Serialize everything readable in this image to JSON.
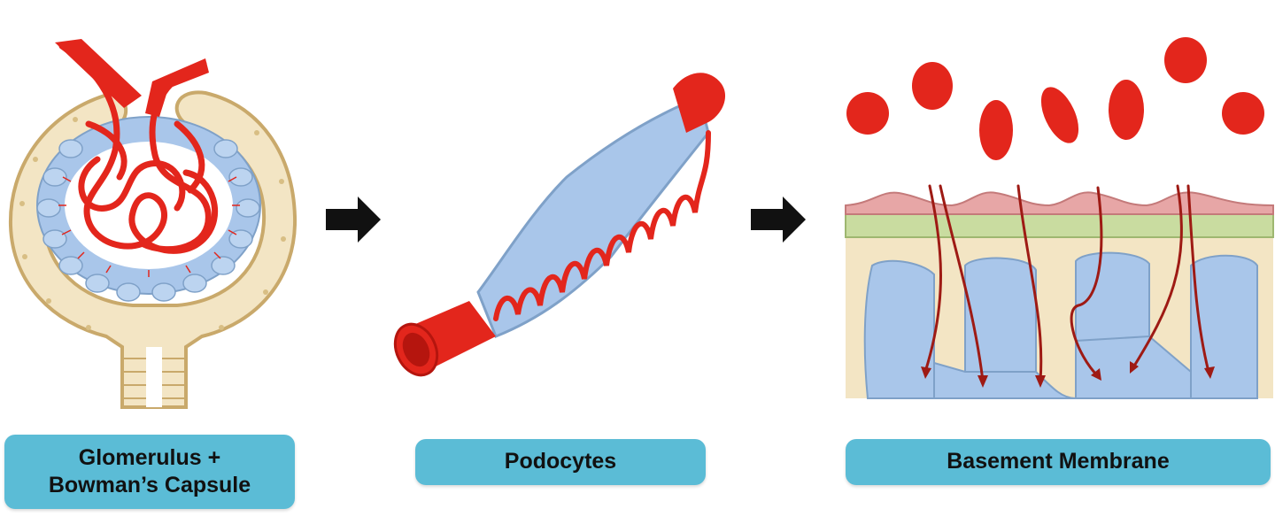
{
  "panels": [
    {
      "id": "glomerulus",
      "label_lines": [
        "Glomerulus +",
        "Bowman’s Capsule"
      ]
    },
    {
      "id": "podocytes",
      "label_lines": [
        "Podocytes"
      ]
    },
    {
      "id": "basement",
      "label_lines": [
        "Basement Membrane"
      ]
    }
  ],
  "colors": {
    "blood_red": "#e3261c",
    "dark_red": "#b5150e",
    "capsule_tan": "#f3e5c4",
    "capsule_edge": "#c9a96b",
    "podocyte_blue": "#a9c6ea",
    "label_box": "#5bbcd6",
    "endothelium_pink": "#e7a6a6",
    "membrane_green": "#c9dca0",
    "arrow": "#111111"
  },
  "icons": [
    "right-arrow-icon",
    "right-arrow-icon"
  ]
}
